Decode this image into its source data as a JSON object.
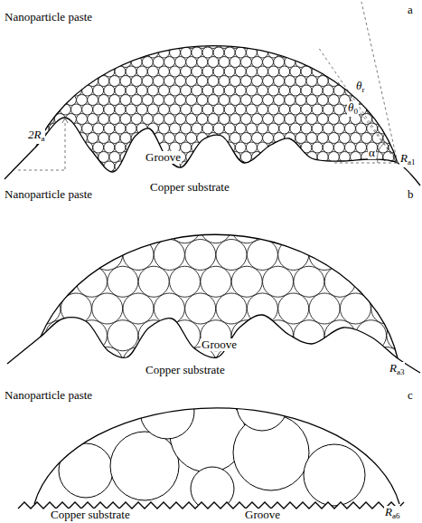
{
  "diagram": {
    "labels": [
      "Nanoparticle paste",
      "a",
      "2Ra",
      "Groove",
      "θr",
      "θ0",
      "α",
      "Ra1",
      "Copper substrate",
      "Nanoparticle paste",
      "b",
      "Groove",
      "Copper substrate",
      "Ra3",
      "Nanoparticle paste",
      "c",
      "Copper substrate",
      "Groove",
      "Ra6"
    ]
  }
}
